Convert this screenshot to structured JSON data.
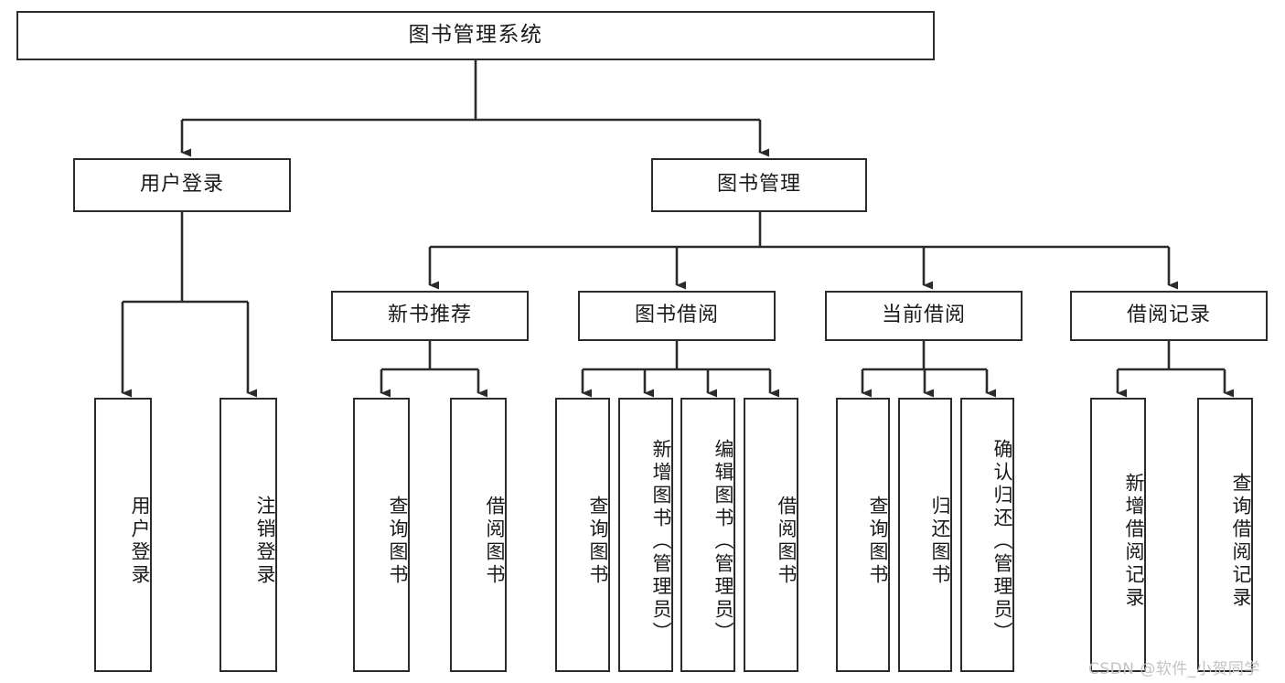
{
  "diagram": {
    "title": "图书管理系统",
    "type": "tree-hierarchy-chart",
    "orientation": "top-down",
    "colors": {
      "box_border": "#2b2b2b",
      "box_fill": "#ffffff",
      "connector": "#333333",
      "text": "#1a1a1a",
      "watermark": "#c3c3c3",
      "background": "#ffffff"
    },
    "nodes": {
      "root": {
        "label": "图书管理系统"
      },
      "level2": [
        {
          "id": "user-login",
          "label": "用户登录"
        },
        {
          "id": "book-management",
          "label": "图书管理"
        }
      ],
      "level3": [
        {
          "id": "new-book-recommend",
          "label": "新书推荐"
        },
        {
          "id": "book-borrow",
          "label": "图书借阅"
        },
        {
          "id": "current-borrow",
          "label": "当前借阅"
        },
        {
          "id": "borrow-record",
          "label": "借阅记录"
        }
      ],
      "leaves": {
        "user_login": [
          {
            "id": "leaf-user-login",
            "label": "用户登录"
          },
          {
            "id": "leaf-logout-login",
            "label": "注销登录"
          }
        ],
        "new_book_recommend": [
          {
            "id": "leaf-query-book-1",
            "label": "查询图书"
          },
          {
            "id": "leaf-borrow-book-1",
            "label": "借阅图书"
          }
        ],
        "book_borrow": [
          {
            "id": "leaf-query-book-2",
            "label": "查询图书"
          },
          {
            "id": "leaf-add-book",
            "label": "新增图书（管理员）"
          },
          {
            "id": "leaf-edit-book",
            "label": "编辑图书（管理员）"
          },
          {
            "id": "leaf-borrow-book-2",
            "label": "借阅图书"
          }
        ],
        "current_borrow": [
          {
            "id": "leaf-query-book-3",
            "label": "查询图书"
          },
          {
            "id": "leaf-return-book",
            "label": "归还图书"
          },
          {
            "id": "leaf-confirm-return",
            "label": "确认归还（管理员）"
          }
        ],
        "borrow_record": [
          {
            "id": "leaf-add-borrow-record",
            "label": "新增借阅记录"
          },
          {
            "id": "leaf-query-borrow-record",
            "label": "查询借阅记录"
          }
        ]
      }
    },
    "watermark": "CSDN @软件_小贺同学"
  }
}
